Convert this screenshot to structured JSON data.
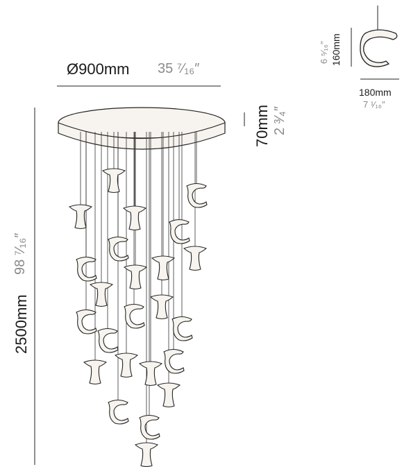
{
  "dimensions": {
    "diameter": {
      "metric": "Ø900mm",
      "imperial": "35 ⁷⁄₁₆″"
    },
    "height_total": {
      "metric": "2500mm",
      "imperial": "98 ⁷⁄₁₆″"
    },
    "canopy_height": {
      "metric": "70mm",
      "imperial": "2 ³⁄₄″"
    },
    "pendant_height": {
      "metric": "160mm",
      "imperial": "6 ⁵⁄₁₆″"
    },
    "pendant_width": {
      "metric": "180mm",
      "imperial": "7 ¹⁄₁₆″"
    }
  },
  "colors": {
    "line": "#222222",
    "secondary_text": "#8a8a8a",
    "canopy_fill": "#f7f3ee"
  }
}
